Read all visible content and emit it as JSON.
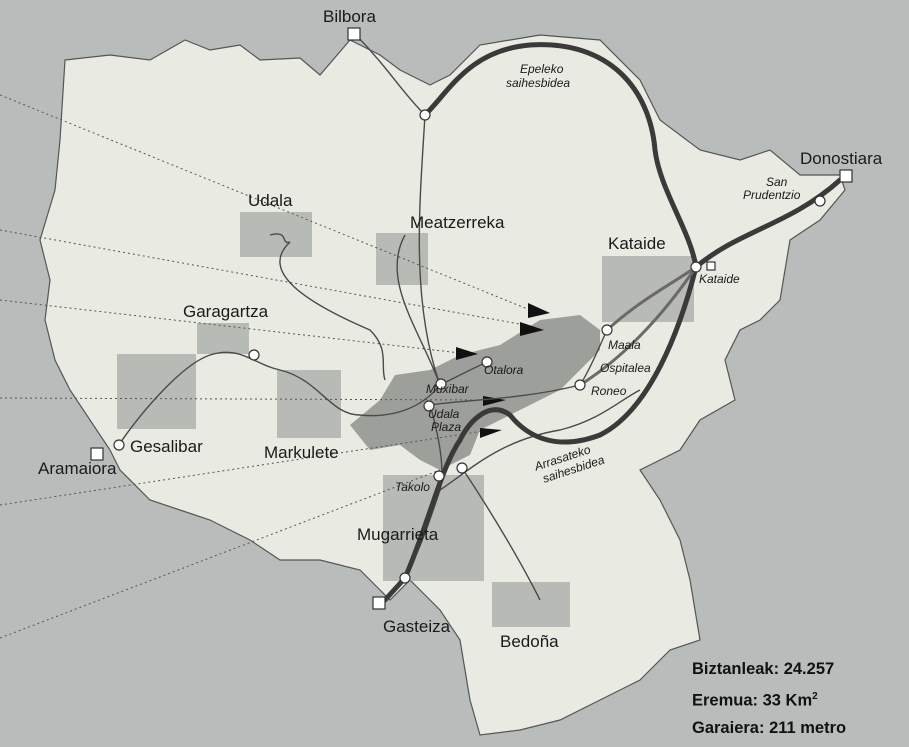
{
  "map": {
    "areas": {
      "udala": "Udala",
      "meatzerreka": "Meatzerreka",
      "kataide": "Kataide",
      "garagartza": "Garagartza",
      "gesalibar": "Gesalibar",
      "markulete": "Markulete",
      "mugarrieta": "Mugarrieta",
      "bedona": "Bedoña"
    },
    "destinations": {
      "bilbora": "Bilbora",
      "donostiara": "Donostiara",
      "aramaiora": "Aramaiora",
      "gasteiza": "Gasteiza"
    },
    "roads": {
      "epeleko_1": "Epeleko",
      "epeleko_2": "saihesbidea",
      "arrasateko_1": "Arrasateko",
      "arrasateko_2": "saihesbidea"
    },
    "junctions": {
      "san_prudentzio_1": "San",
      "san_prudentzio_2": "Prudentzio",
      "kataide": "Kataide",
      "otalora": "Otalora",
      "maala": "Maala",
      "ospitalea": "Ospitalea",
      "roneo": "Roneo",
      "muxibar": "Muxibar",
      "udala_plaza_1": "Udala",
      "udala_plaza_2": "Plaza",
      "takolo": "Takolo"
    },
    "colors": {
      "land": "#e9ebe3",
      "zone": "#a7aba6",
      "town": "#8f928d",
      "road": "#4a4a4a",
      "background": "#b8bdbb"
    }
  },
  "stats": {
    "population_label": "Biztanleak:",
    "population_value": "24.257",
    "area_label": "Eremua:",
    "area_value": "33 Km",
    "area_sup": "2",
    "altitude_label": "Garaiera:",
    "altitude_value": "211 metro"
  }
}
